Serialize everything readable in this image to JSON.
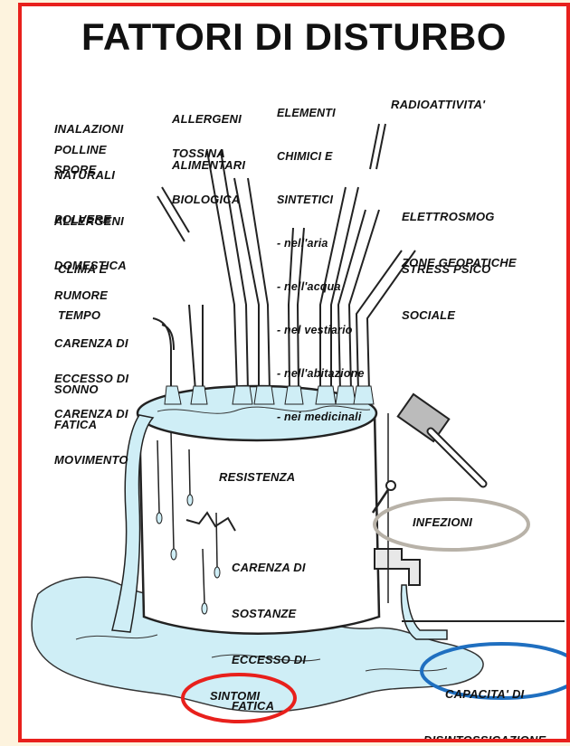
{
  "title": "FATTORI DI DISTURBO",
  "groups": {
    "inalazioni": [
      "INALAZIONI",
      "NATURALI",
      "ALLERGENI"
    ],
    "polline": "POLLINE",
    "spore": "SPORE",
    "polvere": [
      "POLVERE",
      "DOMESTICA"
    ],
    "clima": [
      "CLIMA E",
      "TEMPO"
    ],
    "rumore": "RUMORE",
    "carenza_sonno": [
      "CARENZA DI",
      "SONNO"
    ],
    "eccesso_fatica": [
      "ECCESSO DI",
      "FATICA"
    ],
    "carenza_movimento": [
      "CARENZA DI",
      "MOVIMENTO"
    ],
    "allergeni_alimentari": [
      "ALLERGENI",
      "ALIMENTARI"
    ],
    "tossina": [
      "TOSSINA",
      "BIOLOGICA"
    ],
    "elementi_chimici": [
      "ELEMENTI",
      "CHIMICI E",
      "SINTETICI",
      "- nell'aria",
      "- nell'acqua",
      "- nel vestiario",
      "- nell'abitazione",
      "- nei medicinali"
    ],
    "radioattivita": "RADIOATTIVITA'",
    "elettrosmog": [
      "ELETTROSMOG",
      "ZONE GEOPATICHE"
    ],
    "stress": [
      "STRESS PSICO",
      "SOCIALE"
    ]
  },
  "barrel": {
    "resistenza": "RESISTENZA",
    "carenza": [
      "CARENZA DI",
      "SOSTANZE",
      "ECCESSO DI",
      "FATICA"
    ]
  },
  "outputs": {
    "infezioni": "INFEZIONI",
    "capacita": [
      "CAPACITA' DI",
      "DISINTOSSICAZIONE"
    ],
    "sintomi": "SINTOMI"
  },
  "colors": {
    "border": "#e8201c",
    "water": "#cfeef6",
    "ellipse_infezioni": "#b8b2a8",
    "ellipse_capacita": "#1f6fc0",
    "ellipse_sintomi": "#e8201c"
  }
}
